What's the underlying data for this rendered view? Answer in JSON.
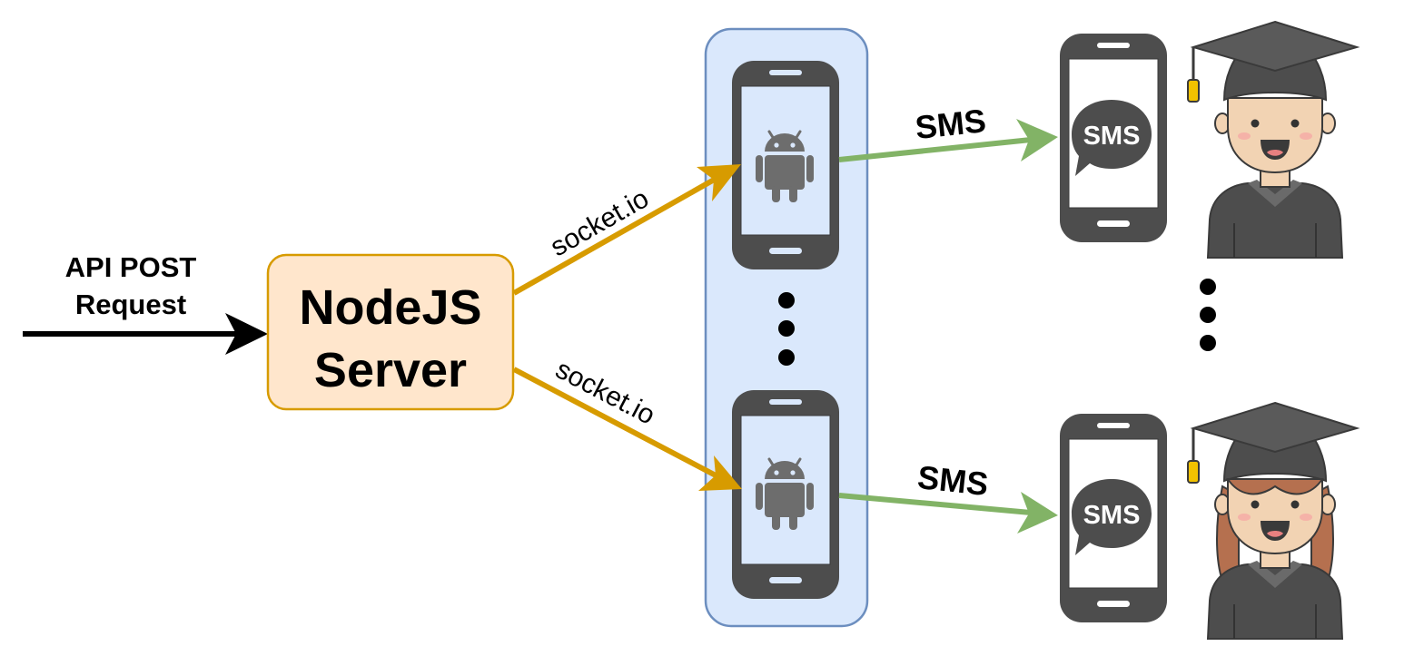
{
  "input": {
    "line1": "API POST",
    "line2": "Request"
  },
  "server": {
    "line1": "NodeJS",
    "line2": "Server"
  },
  "edges": {
    "socket_top": "socket.io",
    "socket_bottom": "socket.io",
    "sms_top": "SMS",
    "sms_bottom": "SMS"
  },
  "icons": {
    "sms_bubble_text": "SMS",
    "phone_os": "android-icon",
    "recipient_top": "male-graduate-icon",
    "recipient_bottom": "female-graduate-icon"
  },
  "colors": {
    "server_fill": "#ffe6cc",
    "server_stroke": "#d79b00",
    "group_fill": "#dae8fc",
    "group_stroke": "#6c8ebf",
    "socket_arrow": "#d79b00",
    "sms_arrow": "#82b366",
    "phone_body": "#4d4d4d",
    "android": "#6d6d6d"
  }
}
